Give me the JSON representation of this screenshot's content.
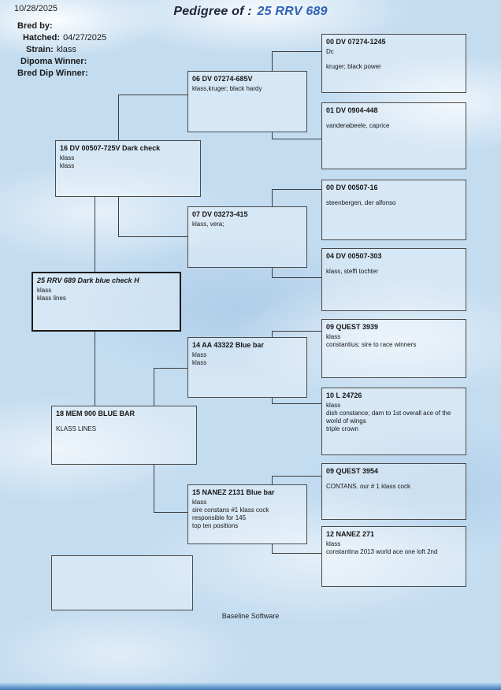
{
  "header": {
    "scan_date": "10/28/2025",
    "title_prefix": "Pedigree of :",
    "title_subject": "25 RRV 689",
    "fields": [
      {
        "label": "Bred by:",
        "value": ""
      },
      {
        "label": "Hatched:",
        "value": "04/27/2025"
      },
      {
        "label": "Strain:",
        "value": "klass"
      },
      {
        "label": "Dipoma Winner:",
        "value": ""
      },
      {
        "label": "Bred Dip Winner:",
        "value": ""
      }
    ]
  },
  "colors": {
    "title_accent_blue": "#2e62b8",
    "sky_background": "#c3dcf0"
  },
  "pedigree": {
    "subject": {
      "title": "25 RRV 689 Dark blue check H",
      "lines": [
        "klass",
        "klass lines"
      ]
    },
    "sire": {
      "title": "16 DV 00507-725V Dark check",
      "lines": [
        "klass",
        "klass"
      ]
    },
    "dam": {
      "title": "18 MEM 900 BLUE BAR",
      "lines": [
        "KLASS LINES"
      ]
    },
    "gen3": [
      {
        "title": "06 DV 07274-685V",
        "lines": [
          "klass,kruger;  black hardy"
        ]
      },
      {
        "title": "07 DV 03273-415",
        "lines": [
          "klass,  vera;"
        ]
      },
      {
        "title": "14 AA 43322 Blue bar",
        "lines": [
          "klass",
          "klass"
        ]
      },
      {
        "title": "15 NANEZ 2131 Blue bar",
        "lines": [
          "klass",
          "sire constans #1 klass cock responsible for 145",
          "top ten positions"
        ]
      }
    ],
    "gen4": [
      {
        "title": "00 DV 07274-1245",
        "lines": [
          "Dc",
          "kruger; black power"
        ]
      },
      {
        "title": "01 DV 0904-448",
        "lines": [
          "vandenabeele,  caprice"
        ]
      },
      {
        "title": "00 DV 00507-16",
        "lines": [
          "steenbergen,  der alfonso"
        ]
      },
      {
        "title": "04 DV 00507-303",
        "lines": [
          "klass,  steffi tochter"
        ]
      },
      {
        "title": "09 QUEST 3939",
        "lines": [
          "klass",
          "constantius; sire to race winners"
        ]
      },
      {
        "title": "10 L 24726",
        "lines": [
          "klass",
          "dish constance; dam to 1st overall ace of the world of wings",
          "triple crown"
        ]
      },
      {
        "title": "09 QUEST 3954",
        "lines": [
          "CONTANS.  our # 1 klass cock"
        ]
      },
      {
        "title": "12 NANEZ 271",
        "lines": [
          "klass",
          "constantina 2013 world ace one loft 2nd"
        ]
      }
    ]
  },
  "footer": {
    "text": "Baseline Software"
  }
}
